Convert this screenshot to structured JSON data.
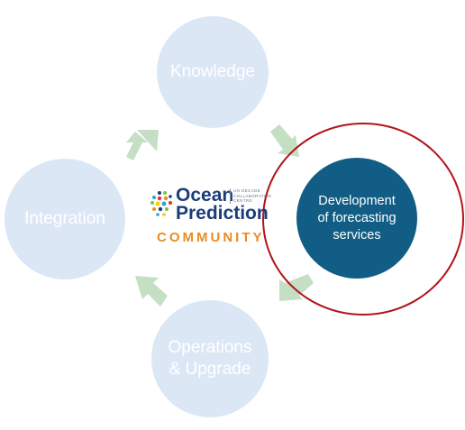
{
  "nodes": {
    "knowledge": "Knowledge",
    "integration": "Integration",
    "operations": "Operations\n& Upgrade",
    "development": "Development\nof forecasting\nservices"
  },
  "logo": {
    "line1": "Ocean",
    "line2": "Prediction",
    "line3": "COMMUNITY",
    "tag1": "UN DECADE",
    "tag2": "COLLABORATIVE",
    "tag3": "CENTRE"
  },
  "colors": {
    "faded_node": "#dce7f6",
    "active_node": "#125d85",
    "highlight_ring": "#b3131b",
    "arrow": "#c4dfc4",
    "logo_primary": "#1b3d78",
    "logo_accent": "#ea8c20"
  },
  "icons": [
    "cycle-arrow-icon",
    "ocean-prediction-logo-dots"
  ]
}
